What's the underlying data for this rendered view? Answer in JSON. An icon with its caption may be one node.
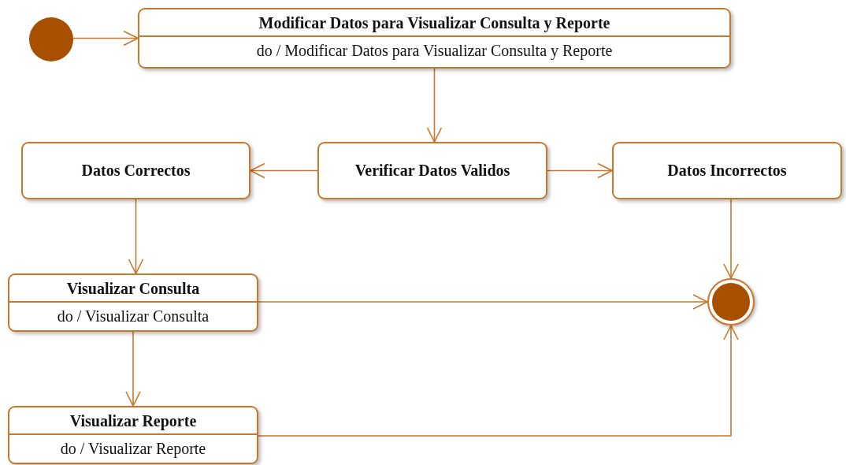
{
  "diagram": {
    "nodes": [
      {
        "text": [],
        "shape": "circle"
      },
      {
        "text": [
          "Modificar Datos para Visualizar Consulta y Reporte",
          "do / Modificar Datos para Visualizar Consulta y Reporte"
        ]
      },
      {
        "text": [
          "Verificar Datos Validos"
        ]
      },
      {
        "text": [
          "Datos Correctos"
        ]
      },
      {
        "text": [
          "Datos Incorrectos"
        ]
      },
      {
        "text": [
          "Visualizar Consulta",
          "do / Visualizar Consulta"
        ]
      },
      {
        "text": [
          "Visualizar Reporte",
          "do / Visualizar Reporte"
        ]
      },
      {
        "text": [],
        "shape": "bullseye"
      }
    ],
    "edges": [
      {
        "from": 0,
        "to": 1,
        "arrow": "to"
      },
      {
        "from": 1,
        "to": 2,
        "arrow": "to"
      },
      {
        "from": 2,
        "to": 3,
        "arrow": "to"
      },
      {
        "from": 2,
        "to": 4,
        "arrow": "to"
      },
      {
        "from": 3,
        "to": 5,
        "arrow": "to"
      },
      {
        "from": 5,
        "to": 7,
        "arrow": "to"
      },
      {
        "from": 4,
        "to": 7,
        "arrow": "to"
      },
      {
        "from": 5,
        "to": 6,
        "arrow": "to"
      },
      {
        "from": 6,
        "to": 7,
        "arrow": "to"
      }
    ]
  }
}
